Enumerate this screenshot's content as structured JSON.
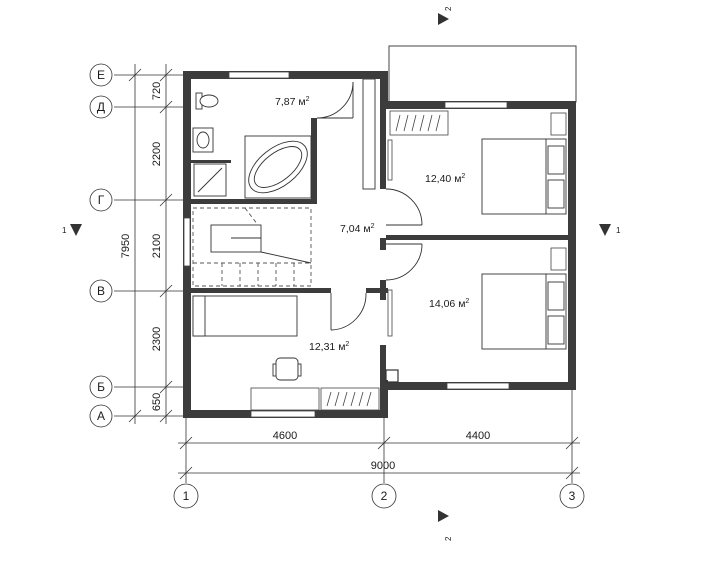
{
  "axes_rows": [
    {
      "id": "row-e",
      "label": "Е"
    },
    {
      "id": "row-d",
      "label": "Д"
    },
    {
      "id": "row-g",
      "label": "Г"
    },
    {
      "id": "row-v",
      "label": "В"
    },
    {
      "id": "row-b",
      "label": "Б"
    },
    {
      "id": "row-a",
      "label": "А"
    }
  ],
  "axes_cols": [
    {
      "id": "col-1",
      "label": "1"
    },
    {
      "id": "col-2",
      "label": "2"
    },
    {
      "id": "col-3",
      "label": "3"
    }
  ],
  "vertical_dims": [
    "720",
    "2200",
    "2100",
    "2300",
    "650"
  ],
  "vertical_total": "7950",
  "horizontal_dims": [
    "4600",
    "4400"
  ],
  "horizontal_total": "9000",
  "rooms": {
    "bathroom": {
      "area": "7,87",
      "unit": "м",
      "sup": "2"
    },
    "hall": {
      "area": "7,04",
      "unit": "м",
      "sup": "2"
    },
    "bedroom_top": {
      "area": "12,40",
      "unit": "м",
      "sup": "2"
    },
    "bedroom_mid": {
      "area": "14,06",
      "unit": "м",
      "sup": "2"
    },
    "study": {
      "area": "12,31",
      "unit": "м",
      "sup": "2"
    }
  },
  "section_marks": {
    "left": "1",
    "right": "1",
    "top": "2",
    "bottom": "2"
  }
}
